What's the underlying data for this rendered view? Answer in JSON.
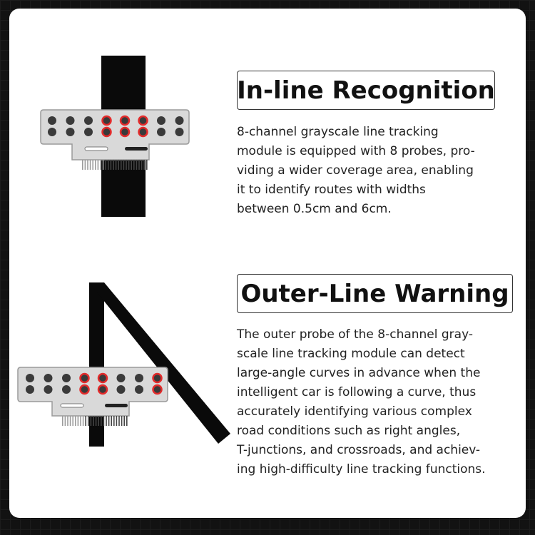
{
  "sections": [
    {
      "title": "In-line Recognition",
      "description": "8-channel grayscale line tracking\nmodule is equipped with 8 probes, pro-\nviding a wider coverage area, enabling\nit to identify routes with widths\nbetween 0.5cm and 6cm.",
      "illustration": "sensor-module-over-straight-line",
      "active_probes": [
        4,
        5,
        6
      ]
    },
    {
      "title": "Outer-Line Warning",
      "description": "The outer probe of the 8-channel gray-\nscale line tracking module can detect\nlarge-angle curves in advance when the\nintelligent car is following a curve, thus\naccurately identifying various complex\nroad conditions such as right angles,\nT-junctions, and crossroads, and achiev-\ning high-difficulty line tracking functions.",
      "illustration": "sensor-module-over-angled-line",
      "active_probes": [
        4,
        5,
        8
      ]
    }
  ],
  "colors": {
    "background": "#121212",
    "card": "#ffffff",
    "track_line": "#0a0a0a",
    "board": "#d9d9d9",
    "probe": "#3a3a3a",
    "probe_active_ring": "#e32b2b"
  }
}
